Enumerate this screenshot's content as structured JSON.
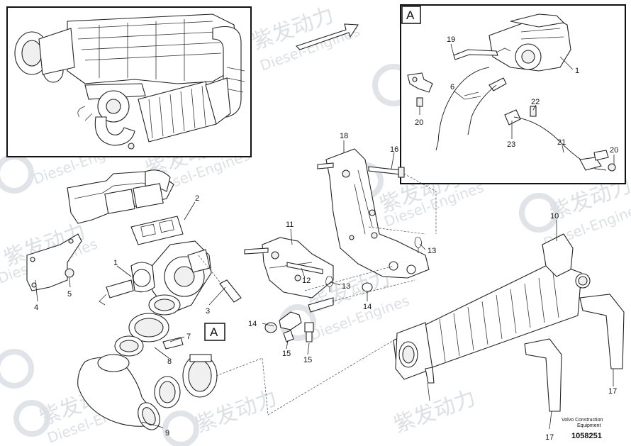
{
  "watermark": {
    "brand_cn": "紫发动力",
    "brand_en": "Diesel-Engines"
  },
  "detail_view": {
    "letter": "A",
    "callout_letter": "A"
  },
  "part_labels": {
    "p1_main": "1",
    "p1_detail": "1",
    "p2": "2",
    "p3": "3",
    "p4": "4",
    "p5": "5",
    "p6": "6",
    "p7": "7",
    "p8": "8",
    "p9": "9",
    "p10": "10",
    "p11": "11",
    "p12": "12",
    "p13_upper": "13",
    "p13_lower": "13",
    "p14_left": "14",
    "p14_right": "14",
    "p15_a": "15",
    "p15_b": "15",
    "p16": "16",
    "p17_right": "17",
    "p17_bottom": "17",
    "p18": "18",
    "p19": "19",
    "p20_a": "20",
    "p20_b": "20",
    "p21": "21",
    "p22": "22",
    "p23": "23"
  },
  "footer": {
    "company_line1": "Volvo Construction",
    "company_line2": "Equipment",
    "drawing_number": "1058251"
  }
}
